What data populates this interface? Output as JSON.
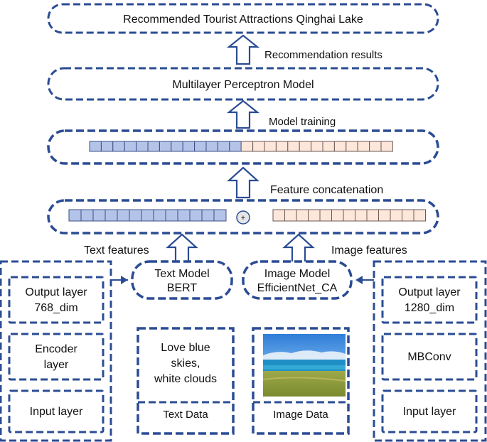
{
  "top_box": {
    "label": "Recommended Tourist Attractions Qinghai Lake"
  },
  "mlp_box": {
    "label": "Multilayer Perceptron Model"
  },
  "edges": {
    "recommendation": "Recommendation results",
    "training": "Model training",
    "concatenation": "Feature concatenation",
    "text_features": "Text features",
    "image_features": "Image features"
  },
  "concat_symbol": "+",
  "text_model": {
    "line1": "Text Model",
    "line2": "BERT"
  },
  "image_model": {
    "line1": "Image Model",
    "line2": "EfficientNet_CA"
  },
  "bert_stack": {
    "output": {
      "line1": "Output layer",
      "line2": "768_dim"
    },
    "encoder": {
      "line1": "Encoder",
      "line2": "layer"
    },
    "input": "Input layer"
  },
  "effnet_stack": {
    "output": {
      "line1": "Output layer",
      "line2": "1280_dim"
    },
    "mbconv": "MBConv",
    "input": "Input layer"
  },
  "text_data": {
    "content": {
      "line1": "Love blue",
      "line2": "skies,",
      "line3": "white clouds"
    },
    "label": "Text Data"
  },
  "image_data": {
    "label": "Image Data"
  },
  "colors": {
    "border": "#2b4c94",
    "text_feature_cell": "#b4c3e8",
    "image_feature_cell": "#fde7da"
  },
  "feature_vectors": {
    "text_cells": 13,
    "image_cells": 13,
    "concat_text_cells": 13,
    "concat_image_cells": 13
  }
}
